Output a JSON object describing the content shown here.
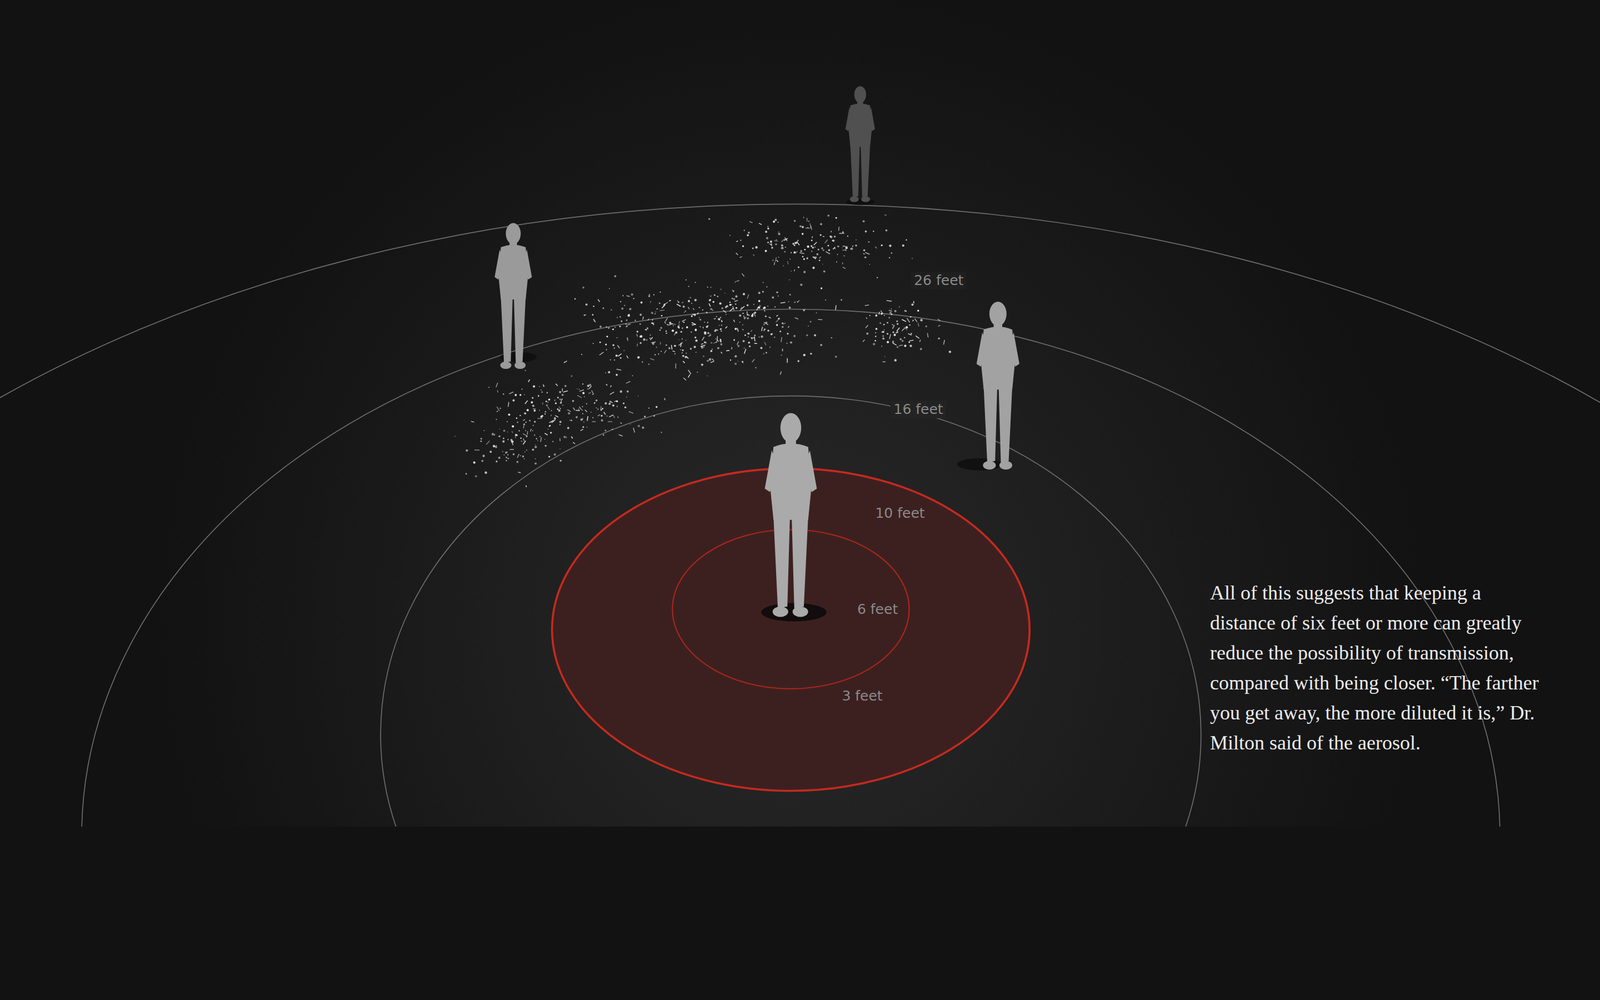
{
  "diagram": {
    "caption": "All of this suggests that keeping a distance of six feet or more can greatly reduce the possibility of transmission, compared with being closer. “The farther you get away, the more diluted it is,” Dr. Milton said of the aerosol.",
    "labels": [
      "26 feet",
      "16 feet",
      "10 feet",
      "6 feet",
      "3 feet"
    ]
  }
}
